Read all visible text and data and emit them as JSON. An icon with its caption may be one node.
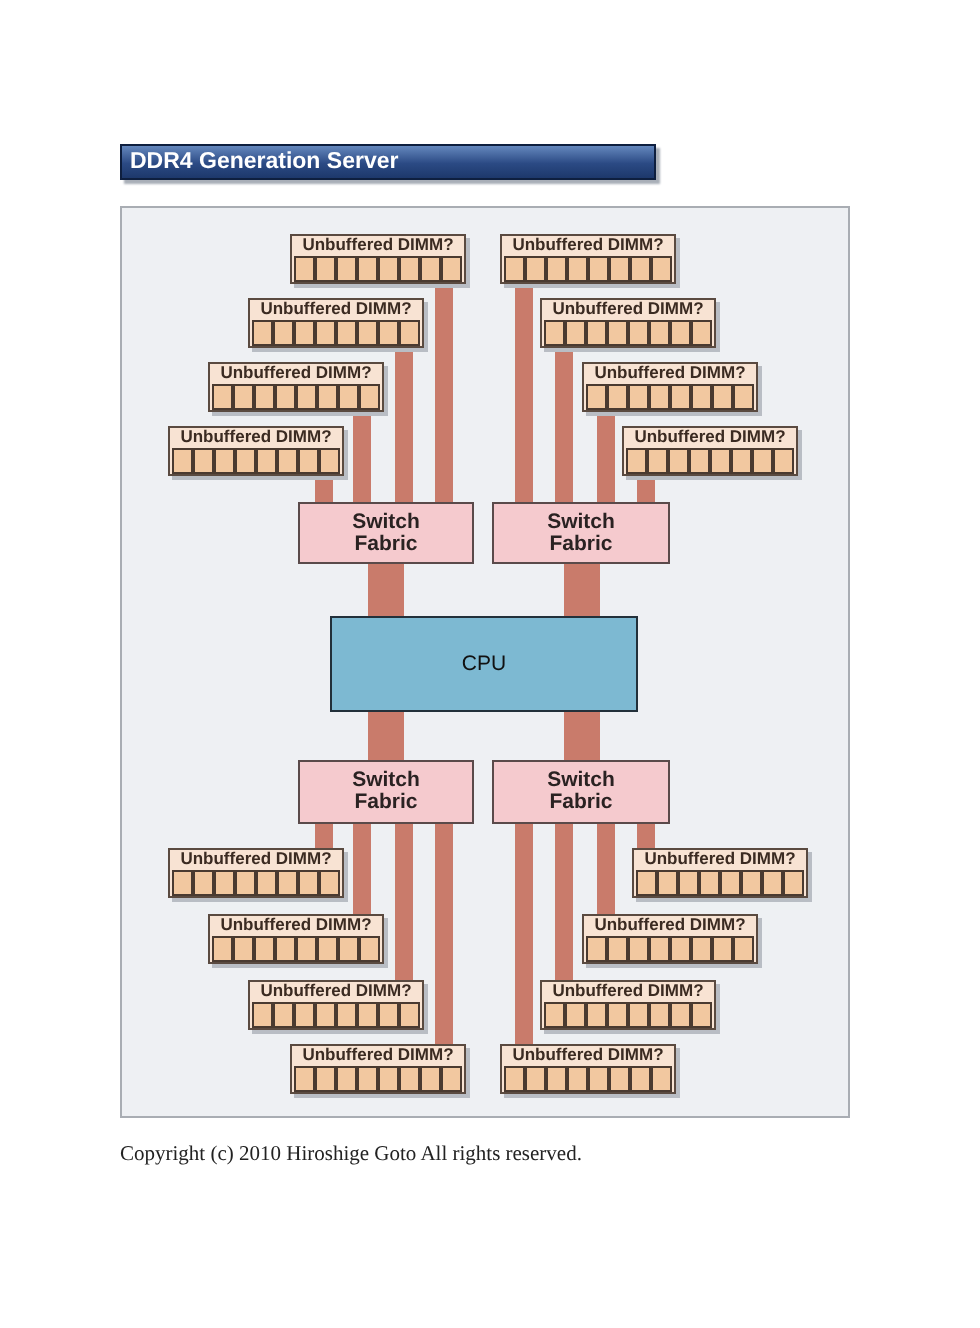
{
  "diagram": {
    "title": "DDR4 Generation Server",
    "nodes": [
      {
        "text": [
          "Unbuffered DIMM?"
        ]
      },
      {
        "text": [
          "Unbuffered DIMM?"
        ]
      },
      {
        "text": [
          "Unbuffered DIMM?"
        ]
      },
      {
        "text": [
          "Unbuffered DIMM?"
        ]
      },
      {
        "text": [
          "Unbuffered DIMM?"
        ]
      },
      {
        "text": [
          "Unbuffered DIMM?"
        ]
      },
      {
        "text": [
          "Unbuffered DIMM?"
        ]
      },
      {
        "text": [
          "Unbuffered DIMM?"
        ]
      },
      {
        "text": [
          "Switch Fabric"
        ]
      },
      {
        "text": [
          "Switch Fabric"
        ]
      },
      {
        "text": [
          "CPU"
        ]
      },
      {
        "text": [
          "Switch Fabric"
        ]
      },
      {
        "text": [
          "Switch Fabric"
        ]
      },
      {
        "text": [
          "Unbuffered DIMM?"
        ]
      },
      {
        "text": [
          "Unbuffered DIMM?"
        ]
      },
      {
        "text": [
          "Unbuffered DIMM?"
        ]
      },
      {
        "text": [
          "Unbuffered DIMM?"
        ]
      },
      {
        "text": [
          "Unbuffered DIMM?"
        ]
      },
      {
        "text": [
          "Unbuffered DIMM?"
        ]
      },
      {
        "text": [
          "Unbuffered DIMM?"
        ]
      },
      {
        "text": [
          "Unbuffered DIMM?"
        ]
      }
    ],
    "edges": [
      {
        "from": 8,
        "to": 0,
        "arrow": "none"
      },
      {
        "from": 8,
        "to": 2,
        "arrow": "none"
      },
      {
        "from": 8,
        "to": 4,
        "arrow": "none"
      },
      {
        "from": 8,
        "to": 6,
        "arrow": "none"
      },
      {
        "from": 9,
        "to": 1,
        "arrow": "none"
      },
      {
        "from": 9,
        "to": 3,
        "arrow": "none"
      },
      {
        "from": 9,
        "to": 5,
        "arrow": "none"
      },
      {
        "from": 9,
        "to": 7,
        "arrow": "none"
      },
      {
        "from": 10,
        "to": 8,
        "arrow": "none",
        "style": "thick"
      },
      {
        "from": 10,
        "to": 9,
        "arrow": "none",
        "style": "thick"
      },
      {
        "from": 10,
        "to": 11,
        "arrow": "none",
        "style": "thick"
      },
      {
        "from": 10,
        "to": 12,
        "arrow": "none",
        "style": "thick"
      },
      {
        "from": 11,
        "to": 13,
        "arrow": "none"
      },
      {
        "from": 11,
        "to": 15,
        "arrow": "none"
      },
      {
        "from": 11,
        "to": 17,
        "arrow": "none"
      },
      {
        "from": 11,
        "to": 19,
        "arrow": "none"
      },
      {
        "from": 12,
        "to": 14,
        "arrow": "none"
      },
      {
        "from": 12,
        "to": 16,
        "arrow": "none"
      },
      {
        "from": 12,
        "to": 18,
        "arrow": "none"
      },
      {
        "from": 12,
        "to": 20,
        "arrow": "none"
      }
    ],
    "labels": [
      "Copyright (c) 2010 Hiroshige Goto All rights reserved."
    ]
  }
}
